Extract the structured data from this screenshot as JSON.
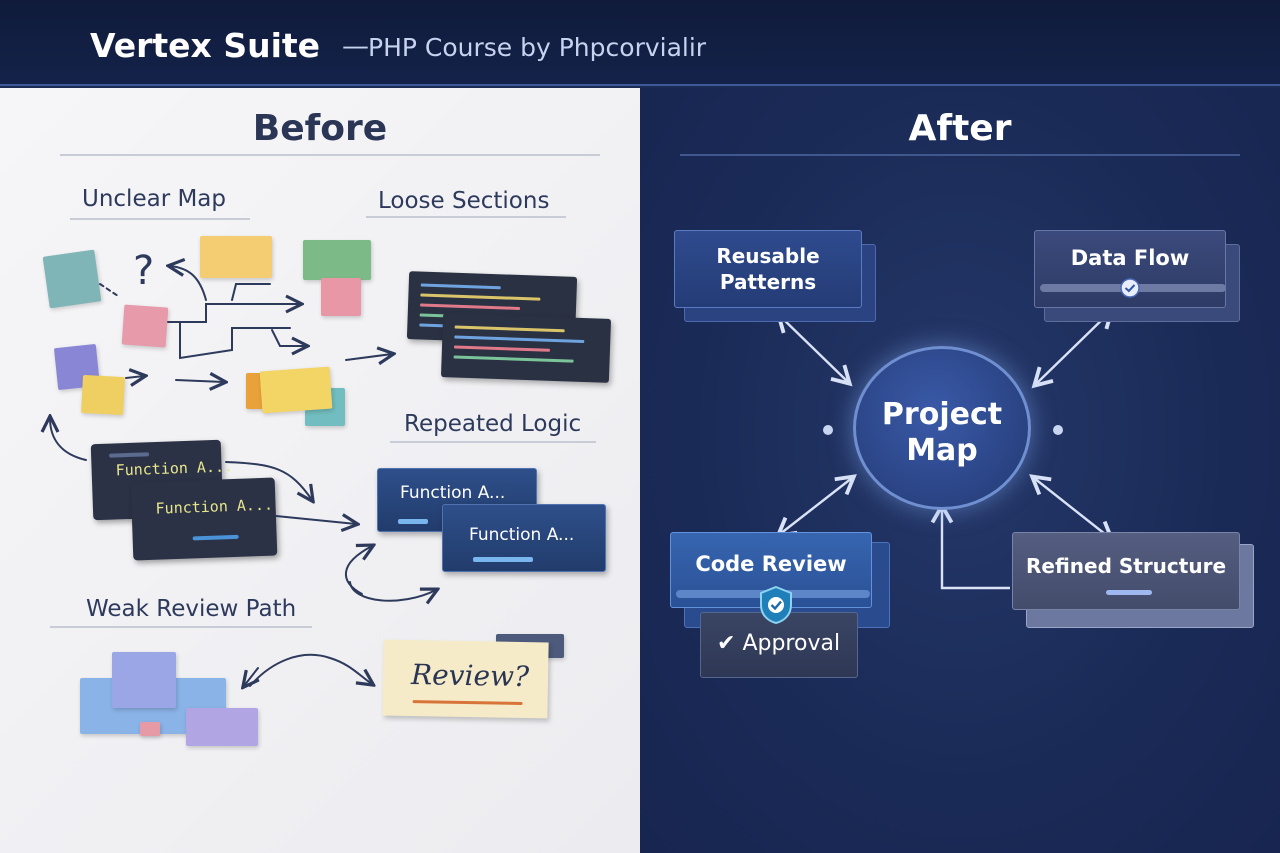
{
  "header": {
    "brand": "Vertex Suite",
    "dash": "—",
    "subtitle": "PHP Course by Phpcorvialir"
  },
  "before": {
    "heading": "Before",
    "labels": {
      "unclear_map": "Unclear Map",
      "loose_sections": "Loose Sections",
      "repeated_logic": "Repeated Logic",
      "weak_review_path": "Weak Review Path"
    },
    "question_mark": "?",
    "function_cards": [
      "Function A...",
      "Function A..."
    ],
    "blue_function_cards": [
      "Function A...",
      "Function A..."
    ],
    "review_note": "Review?"
  },
  "after": {
    "heading": "After",
    "hub": {
      "line1": "Project",
      "line2": "Map"
    },
    "nodes": {
      "reusable_patterns": {
        "line1": "Reusable",
        "line2": "Patterns"
      },
      "data_flow": "Data Flow",
      "code_review": "Code Review",
      "refined_structure": "Refined Structure",
      "approval": "Approval",
      "approval_check": "✔"
    }
  },
  "colors": {
    "header_bg": "#101b3a",
    "left_bg": "#f2f2f5",
    "right_bg": "#1a2a56",
    "accent_blue": "#4a93d8",
    "hub_border": "#6f8fd0",
    "review_underline": "#d8743a"
  }
}
